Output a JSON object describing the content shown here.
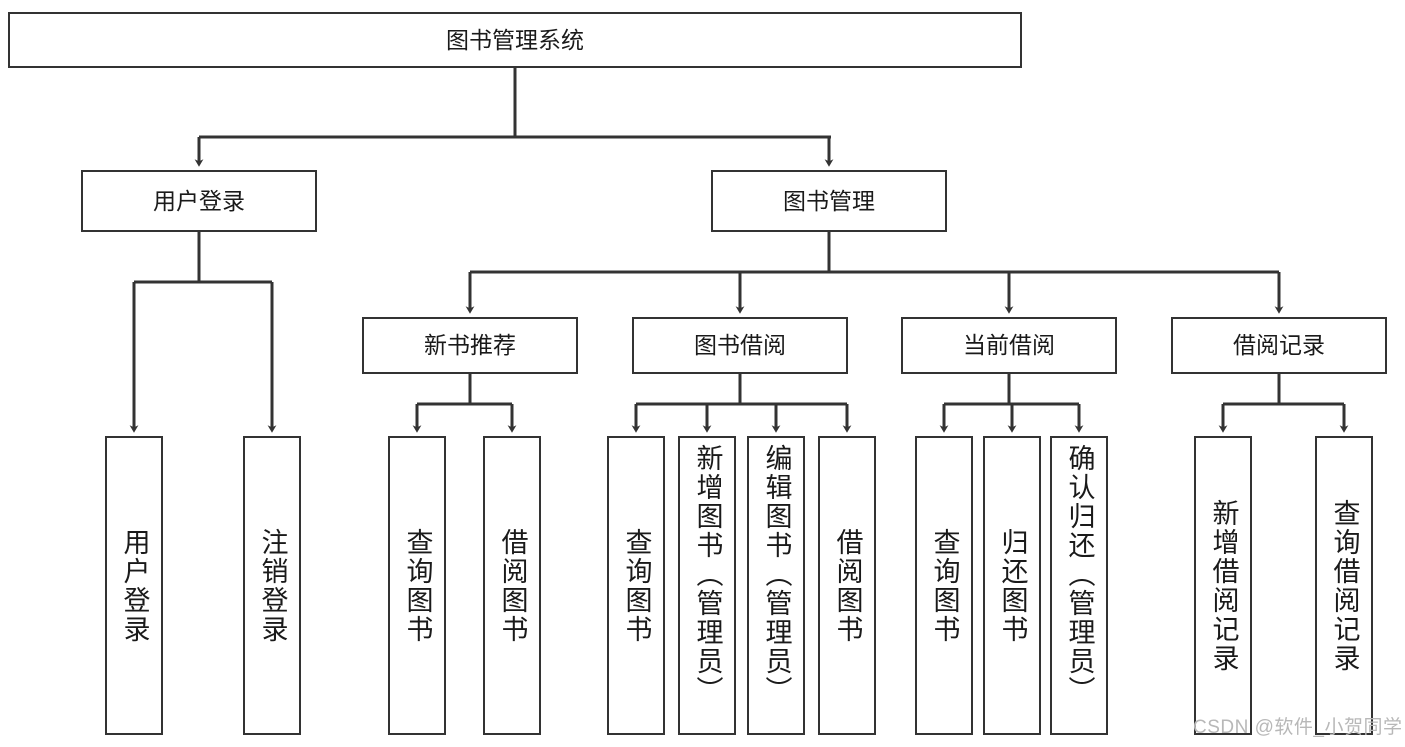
{
  "diagram": {
    "type": "tree",
    "title": "图书管理系统",
    "watermark": "CSDN @软件_小贺同学",
    "line_color": "#333333",
    "box_fill": "#ffffff",
    "text_color": "#1a1a1a",
    "nodes": {
      "root": {
        "label": "图书管理系统"
      },
      "l1": [
        {
          "label": "用户登录"
        },
        {
          "label": "图书管理"
        }
      ],
      "l2": [
        {
          "label": "新书推荐"
        },
        {
          "label": "图书借阅"
        },
        {
          "label": "当前借阅"
        },
        {
          "label": "借阅记录"
        }
      ],
      "leaves": {
        "user_login": [
          {
            "label": "用户登录"
          },
          {
            "label": "注销登录"
          }
        ],
        "new_book": [
          {
            "label": "查询图书"
          },
          {
            "label": "借阅图书"
          }
        ],
        "borrow": [
          {
            "label": "查询图书"
          },
          {
            "label": "新增图书（管理员）"
          },
          {
            "label": "编辑图书（管理员）"
          },
          {
            "label": "借阅图书"
          }
        ],
        "current": [
          {
            "label": "查询图书"
          },
          {
            "label": "归还图书"
          },
          {
            "label": "确认归还（管理员）"
          }
        ],
        "records": [
          {
            "label": "新增借阅记录"
          },
          {
            "label": "查询借阅记录"
          }
        ]
      }
    }
  }
}
